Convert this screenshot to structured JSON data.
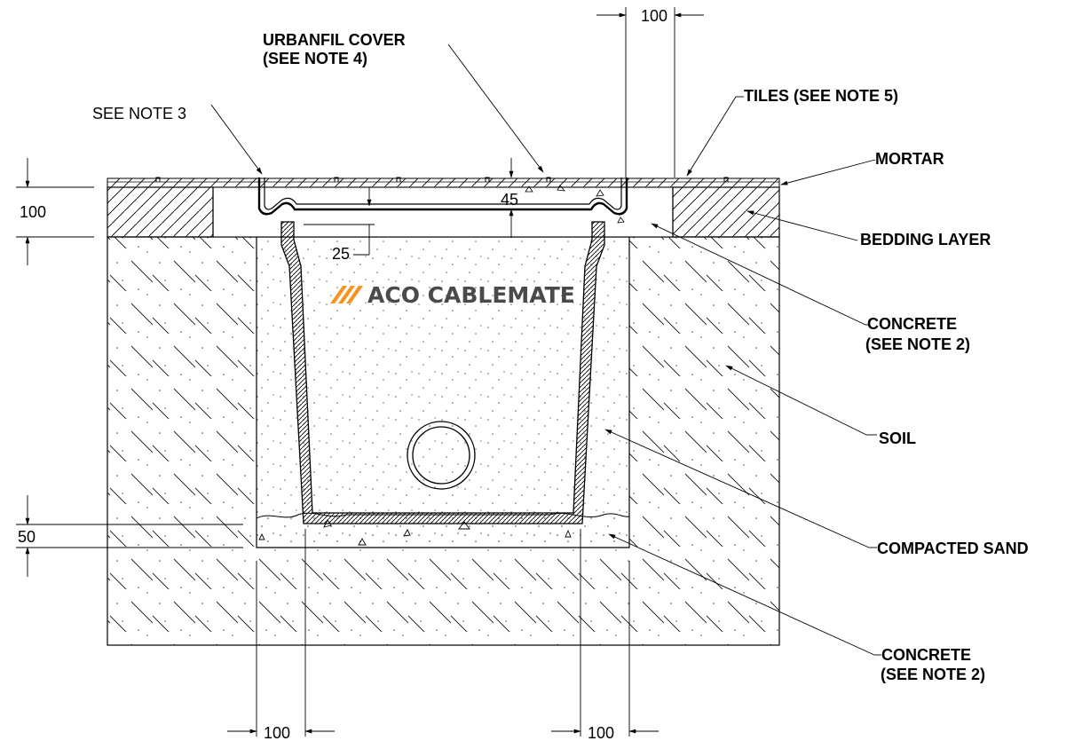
{
  "labels": {
    "urbanfil_cover_1": "URBANFIL COVER",
    "urbanfil_cover_2": "(SEE NOTE 4)",
    "see_note_3": "SEE NOTE 3",
    "tiles": "TILES (SEE NOTE 5)",
    "mortar": "MORTAR",
    "bedding_layer": "BEDDING LAYER",
    "concrete_top_1": "CONCRETE",
    "concrete_top_2": "(SEE NOTE 2)",
    "soil": "SOIL",
    "compacted_sand": "COMPACTED SAND",
    "concrete_bottom_1": "CONCRETE",
    "concrete_bottom_2": "(SEE NOTE 2)"
  },
  "dimensions": {
    "top_right": "100",
    "left_upper": "100",
    "cover_depth": "45",
    "rim_offset": "25",
    "left_lower": "50",
    "bottom_left": "100",
    "bottom_right": "100"
  },
  "brand": {
    "name": "ACO CABLEMATE",
    "logo": "aco-logo-icon",
    "accent": "#f7941d"
  }
}
